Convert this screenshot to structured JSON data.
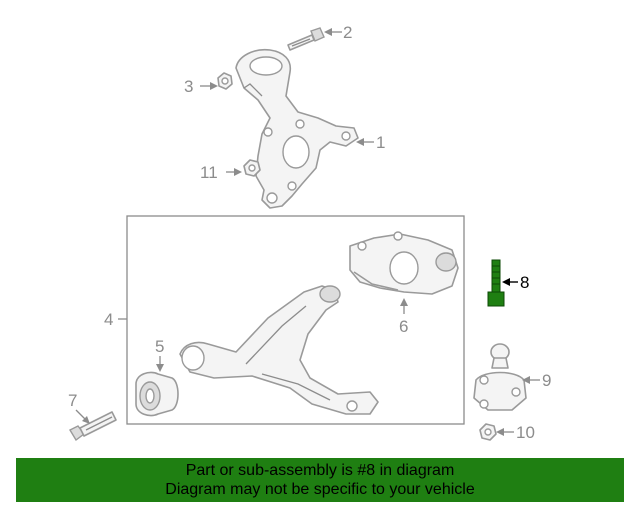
{
  "callouts": [
    {
      "id": "1",
      "label": "1"
    },
    {
      "id": "2",
      "label": "2"
    },
    {
      "id": "3",
      "label": "3"
    },
    {
      "id": "4",
      "label": "4"
    },
    {
      "id": "5",
      "label": "5"
    },
    {
      "id": "6",
      "label": "6"
    },
    {
      "id": "7",
      "label": "7"
    },
    {
      "id": "8",
      "label": "8"
    },
    {
      "id": "9",
      "label": "9"
    },
    {
      "id": "10",
      "label": "10"
    },
    {
      "id": "11",
      "label": "11"
    }
  ],
  "highlighted_part": "8",
  "colors": {
    "banner": "#1f7f12",
    "line_art": "#9a9a9a",
    "highlight": "#1f7f12"
  },
  "banner": {
    "line1": "Part or sub-assembly is #8 in diagram",
    "line2": "Diagram may not be specific to your vehicle"
  }
}
